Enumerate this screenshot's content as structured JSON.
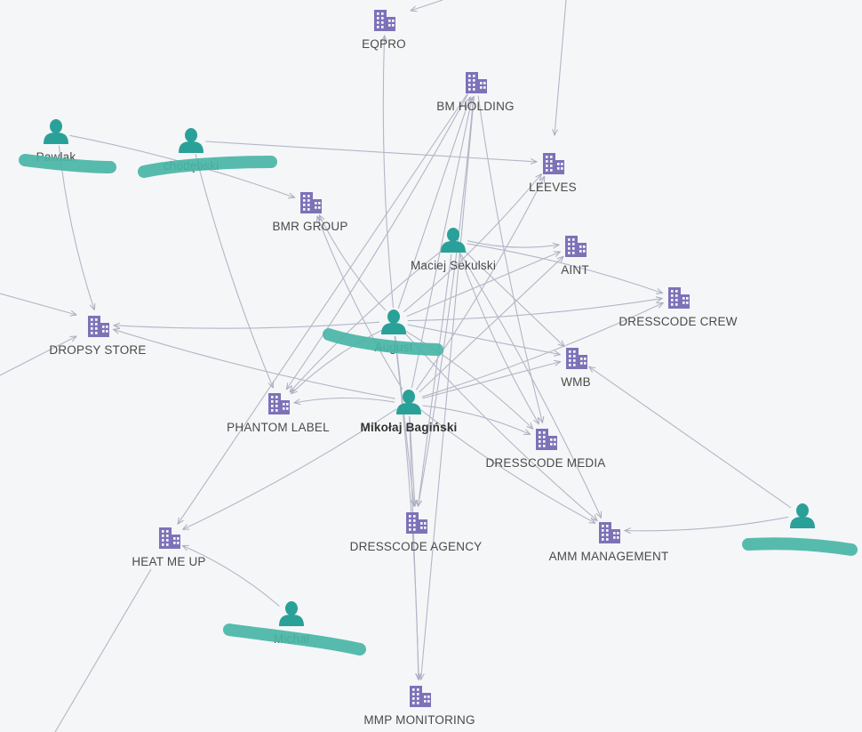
{
  "colors": {
    "background": "#f5f6f8",
    "company_icon": "#7d72b8",
    "person_icon": "#2aa198",
    "edge": "#b3b6c6",
    "redaction": "#48b5a6"
  },
  "nodes": [
    {
      "id": "eqpro",
      "type": "company",
      "label": "EQPRO",
      "icon": "building-icon"
    },
    {
      "id": "bmholding",
      "type": "company",
      "label": "BM HOLDING",
      "icon": "building-icon"
    },
    {
      "id": "leeves",
      "type": "company",
      "label": "LEEVES",
      "icon": "building-icon"
    },
    {
      "id": "bmrgroup",
      "type": "company",
      "label": "BMR GROUP",
      "icon": "building-icon"
    },
    {
      "id": "aint",
      "type": "company",
      "label": "AINT",
      "icon": "building-icon"
    },
    {
      "id": "dresscodecrew",
      "type": "company",
      "label": "DRESSCODE CREW",
      "icon": "building-icon"
    },
    {
      "id": "dropsy",
      "type": "company",
      "label": "DROPSY STORE",
      "icon": "building-icon"
    },
    {
      "id": "wmb",
      "type": "company",
      "label": "WMB",
      "icon": "building-icon"
    },
    {
      "id": "phantom",
      "type": "company",
      "label": "PHANTOM LABEL",
      "icon": "building-icon"
    },
    {
      "id": "dresscodemedia",
      "type": "company",
      "label": "DRESSCODE MEDIA",
      "icon": "building-icon"
    },
    {
      "id": "dresscodeagency",
      "type": "company",
      "label": "DRESSCODE AGENCY",
      "icon": "building-icon"
    },
    {
      "id": "amm",
      "type": "company",
      "label": "AMM MANAGEMENT",
      "icon": "building-icon"
    },
    {
      "id": "heatmeup",
      "type": "company",
      "label": "HEAT ME UP",
      "icon": "building-icon"
    },
    {
      "id": "mmp",
      "type": "company",
      "label": "MMP MONITORING",
      "icon": "building-icon"
    },
    {
      "id": "pawlak",
      "type": "person",
      "label": "Pawlak",
      "icon": "person-icon",
      "redacted": true
    },
    {
      "id": "p2",
      "type": "person",
      "label": "chodębski",
      "icon": "person-icon",
      "redacted": true
    },
    {
      "id": "sekulski",
      "type": "person",
      "label": "Maciej Sekulski",
      "icon": "person-icon"
    },
    {
      "id": "august",
      "type": "person",
      "label": "August",
      "icon": "person-icon",
      "redacted": true
    },
    {
      "id": "baginski",
      "type": "person",
      "label": "Mikołaj Bagiński",
      "icon": "person-icon",
      "bold": true
    },
    {
      "id": "p_right",
      "type": "person",
      "label": "",
      "icon": "person-icon",
      "redacted": true
    },
    {
      "id": "michal",
      "type": "person",
      "label": "Michał",
      "icon": "person-icon",
      "redacted": true
    }
  ],
  "edges": [
    [
      "august",
      "eqpro"
    ],
    [
      "august",
      "bmholding"
    ],
    [
      "august",
      "leeves"
    ],
    [
      "august",
      "bmrgroup"
    ],
    [
      "august",
      "aint"
    ],
    [
      "august",
      "dresscodecrew"
    ],
    [
      "august",
      "dropsy"
    ],
    [
      "august",
      "wmb"
    ],
    [
      "august",
      "phantom"
    ],
    [
      "august",
      "dresscodemedia"
    ],
    [
      "august",
      "dresscodeagency"
    ],
    [
      "august",
      "amm"
    ],
    [
      "august",
      "mmp"
    ],
    [
      "baginski",
      "bmholding"
    ],
    [
      "baginski",
      "leeves"
    ],
    [
      "baginski",
      "bmrgroup"
    ],
    [
      "baginski",
      "aint"
    ],
    [
      "baginski",
      "dresscodecrew"
    ],
    [
      "baginski",
      "dropsy"
    ],
    [
      "baginski",
      "wmb"
    ],
    [
      "baginski",
      "phantom"
    ],
    [
      "baginski",
      "dresscodemedia"
    ],
    [
      "baginski",
      "dresscodeagency"
    ],
    [
      "baginski",
      "amm"
    ],
    [
      "baginski",
      "heatmeup"
    ],
    [
      "baginski",
      "mmp"
    ],
    [
      "sekulski",
      "aint"
    ],
    [
      "sekulski",
      "dresscodecrew"
    ],
    [
      "sekulski",
      "wmb"
    ],
    [
      "sekulski",
      "dresscodemedia"
    ],
    [
      "sekulski",
      "amm"
    ],
    [
      "sekulski",
      "dresscodeagency"
    ],
    [
      "sekulski",
      "phantom"
    ],
    [
      "bmholding",
      "dresscodeagency"
    ],
    [
      "bmholding",
      "mmp"
    ],
    [
      "bmholding",
      "dresscodemedia"
    ],
    [
      "bmholding",
      "phantom"
    ],
    [
      "bmholding",
      "heatmeup"
    ],
    [
      "pawlak",
      "dropsy"
    ],
    [
      "pawlak",
      "bmrgroup"
    ],
    [
      "p2",
      "leeves"
    ],
    [
      "p2",
      "phantom"
    ],
    [
      "p_right",
      "amm"
    ],
    [
      "p_right",
      "wmb"
    ],
    [
      "michal",
      "heatmeup"
    ]
  ]
}
